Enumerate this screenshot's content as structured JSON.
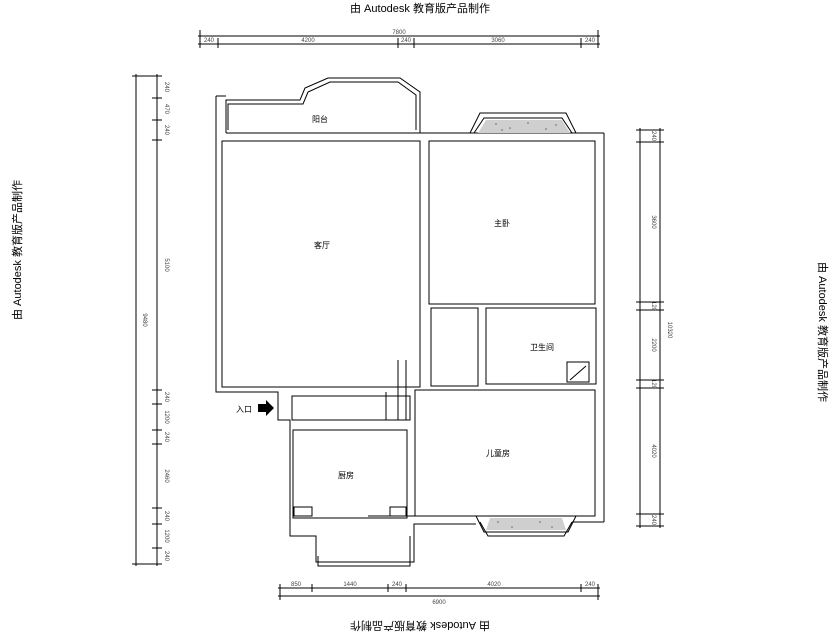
{
  "watermark": "由 Autodesk 教育版产品制作",
  "rooms": {
    "balcony_north": "阳台",
    "living_room": "客厅",
    "master_bedroom": "主卧",
    "bathroom": "卫生间",
    "kitchen": "厨房",
    "bedroom": "儿童房"
  },
  "entry_label": "入口",
  "dims": {
    "top": [
      "240",
      "4200",
      "240",
      "3060",
      "240"
    ],
    "top_total": "7800",
    "bottom": [
      "850",
      "1440",
      "240",
      "4020",
      "240"
    ],
    "bottom_total": "6900",
    "left_total": "9480",
    "left": [
      "240",
      "470",
      "240",
      "5100",
      "240",
      "1200",
      "240",
      "2460",
      "240",
      "1200",
      "240"
    ],
    "right_total": "10320",
    "right": [
      "240",
      "3600",
      "120",
      "2200",
      "120",
      "4020",
      "240"
    ]
  }
}
